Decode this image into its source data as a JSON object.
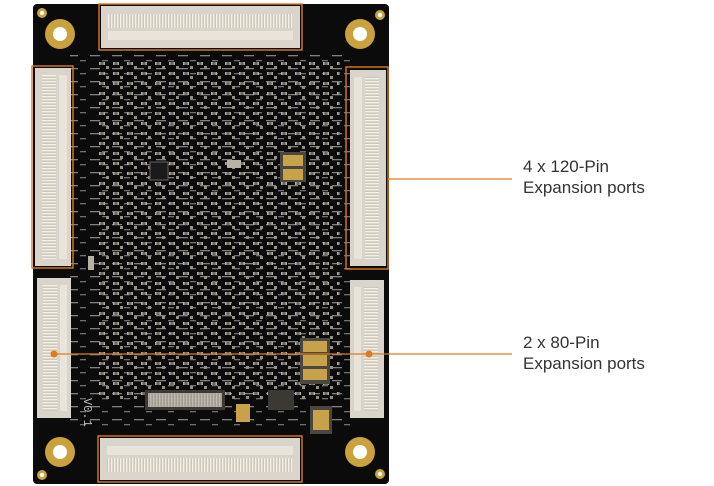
{
  "colors": {
    "board": "#0b0b0b",
    "accent": "#e07a1f",
    "callout_text": "#333333",
    "gold": "#c9a13d",
    "connector": "#d9d5cc"
  },
  "callouts": {
    "ports_120": {
      "line1": "4 x 120-Pin",
      "line2": "Expansion ports"
    },
    "ports_80": {
      "line1": "2 x 80-Pin",
      "line2": "Expansion ports"
    }
  },
  "board": {
    "silkscreen_version": "V0.1"
  }
}
